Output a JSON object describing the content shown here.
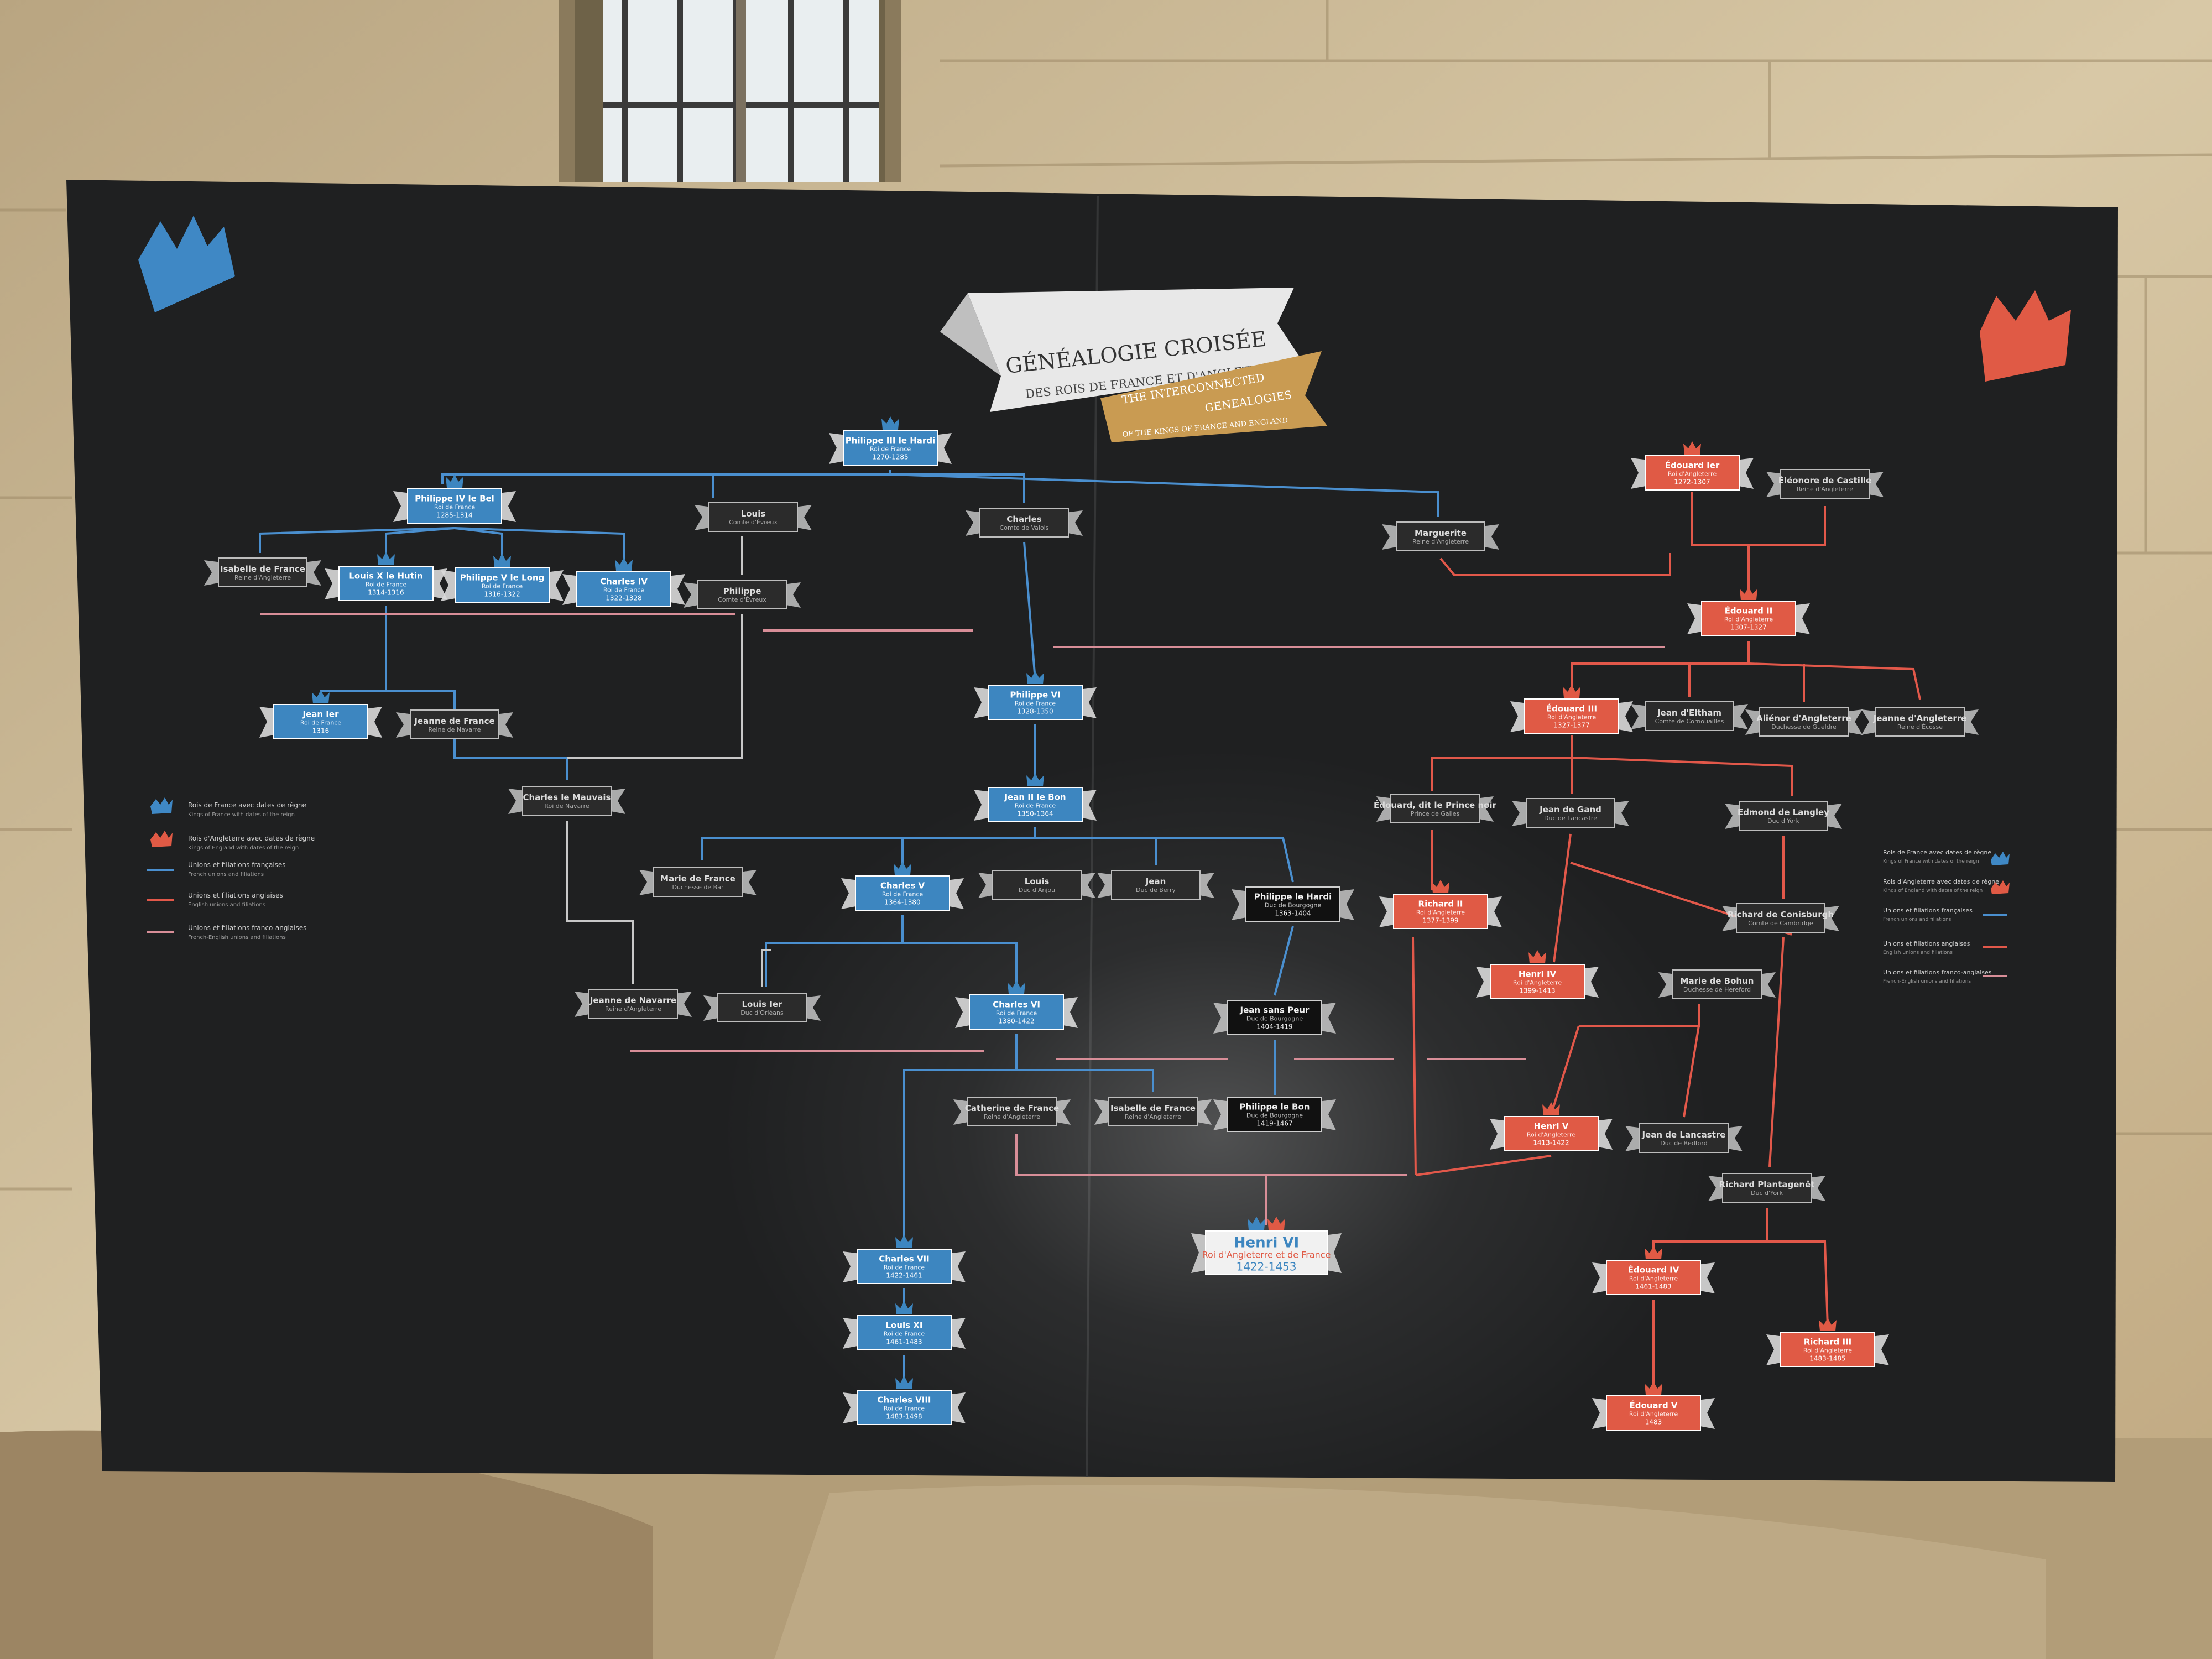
{
  "title": {
    "line1": "GÉNÉALOGIE CROISÉE",
    "line2": "DES ROIS DE FRANCE ET D'ANGLETERRE",
    "en1": "THE INTERCONNECTED",
    "en2": "GENEALOGIES",
    "en3": "OF THE KINGS OF FRANCE AND ENGLAND"
  },
  "colors": {
    "france": "#3d86c0",
    "england": "#e05a45",
    "burgundy": "#111111",
    "other": "#2b2b2b",
    "board": "#222323",
    "wall": "#c9b48f",
    "line_fr": "#4a8fcf",
    "line_en": "#e2584a",
    "line_cross": "#d88e98",
    "line_neutral": "#c8c8c8"
  },
  "legend_left": {
    "fr_kings": "Rois de France avec dates de règne",
    "fr_kings_en": "Kings of France with dates of the reign",
    "en_kings": "Rois d'Angleterre avec dates de règne",
    "en_kings_en": "Kings of England with dates of the reign",
    "fr_unions": "Unions et filiations françaises",
    "fr_unions_en": "French unions and filiations",
    "en_unions": "Unions et filiations anglaises",
    "en_unions_en": "English unions and filiations",
    "cross_unions": "Unions et filiations franco-anglaises",
    "cross_unions_en": "French-English unions and filiations"
  },
  "legend_right": {
    "fr_kings": "Rois de France avec dates de règne",
    "fr_kings_en": "Kings of France with dates of the reign",
    "en_kings": "Rois d'Angleterre avec dates de règne",
    "en_kings_en": "Kings of England with dates of the reign",
    "fr_unions": "Unions et filiations françaises",
    "fr_unions_en": "French unions and filiations",
    "en_unions": "Unions et filiations anglaises",
    "en_unions_en": "English unions and filiations",
    "cross_unions": "Unions et filiations franco-anglaises",
    "cross_unions_en": "French-English unions and filiations"
  },
  "people": {
    "philippe3": {
      "name": "Philippe III le Hardi",
      "sub": "Roi de France",
      "dates": "1270-1285",
      "kind": "fr_king"
    },
    "philippe4": {
      "name": "Philippe IV le Bel",
      "sub": "Roi de France",
      "dates": "1285-1314",
      "kind": "fr_king"
    },
    "louis_evreux": {
      "name": "Louis",
      "sub": "Comte d'Évreux",
      "dates": "",
      "kind": "other"
    },
    "charles_valois": {
      "name": "Charles",
      "sub": "Comte de Valois",
      "dates": "",
      "kind": "other"
    },
    "marguerite": {
      "name": "Marguerite",
      "sub": "Reine d'Angleterre",
      "dates": "",
      "kind": "other"
    },
    "isabelle": {
      "name": "Isabelle de France",
      "sub": "Reine d'Angleterre",
      "dates": "",
      "kind": "other"
    },
    "louis10": {
      "name": "Louis X le Hutin",
      "sub": "Roi de France",
      "dates": "1314-1316",
      "kind": "fr_king"
    },
    "philippe5": {
      "name": "Philippe V le Long",
      "sub": "Roi de France",
      "dates": "1316-1322",
      "kind": "fr_king"
    },
    "charles4": {
      "name": "Charles IV",
      "sub": "Roi de France",
      "dates": "1322-1328",
      "kind": "fr_king"
    },
    "philippe_evreux": {
      "name": "Philippe",
      "sub": "Comte d'Évreux",
      "dates": "",
      "kind": "other"
    },
    "jean1": {
      "name": "Jean Ier",
      "sub": "Roi de France",
      "dates": "1316",
      "kind": "fr_king"
    },
    "jeanne_fr": {
      "name": "Jeanne de France",
      "sub": "Reine de Navarre",
      "dates": "",
      "kind": "other"
    },
    "philippe6": {
      "name": "Philippe VI",
      "sub": "Roi de France",
      "dates": "1328-1350",
      "kind": "fr_king"
    },
    "charles_mauvais": {
      "name": "Charles le Mauvais",
      "sub": "Roi de Navarre",
      "dates": "",
      "kind": "other"
    },
    "jean2": {
      "name": "Jean II le Bon",
      "sub": "Roi de France",
      "dates": "1350-1364",
      "kind": "fr_king"
    },
    "marie_fr": {
      "name": "Marie de France",
      "sub": "Duchesse de Bar",
      "dates": "",
      "kind": "other"
    },
    "charles5": {
      "name": "Charles V",
      "sub": "Roi de France",
      "dates": "1364-1380",
      "kind": "fr_king"
    },
    "louis_anjou": {
      "name": "Louis",
      "sub": "Duc d'Anjou",
      "dates": "",
      "kind": "other"
    },
    "jean_berry": {
      "name": "Jean",
      "sub": "Duc de Berry",
      "dates": "",
      "kind": "other"
    },
    "philippe_hardi": {
      "name": "Philippe le Hardi",
      "sub": "Duc de Bourgogne",
      "dates": "1363-1404",
      "kind": "burgundy"
    },
    "jeanne_navarre": {
      "name": "Jeanne de Navarre",
      "sub": "Reine d'Angleterre",
      "dates": "",
      "kind": "other"
    },
    "louis_orleans": {
      "name": "Louis Ier",
      "sub": "Duc d'Orléans",
      "dates": "",
      "kind": "other"
    },
    "charles6": {
      "name": "Charles VI",
      "sub": "Roi de France",
      "dates": "1380-1422",
      "kind": "fr_king"
    },
    "jean_sans_peur": {
      "name": "Jean sans Peur",
      "sub": "Duc de Bourgogne",
      "dates": "1404-1419",
      "kind": "burgundy"
    },
    "catherine": {
      "name": "Catherine de France",
      "sub": "Reine d'Angleterre",
      "dates": "",
      "kind": "other"
    },
    "isabelle_valois": {
      "name": "Isabelle de France",
      "sub": "Reine d'Angleterre",
      "dates": "",
      "kind": "other"
    },
    "philippe_bon": {
      "name": "Philippe le Bon",
      "sub": "Duc de Bourgogne",
      "dates": "1419-1467",
      "kind": "burgundy"
    },
    "charles7": {
      "name": "Charles VII",
      "sub": "Roi de France",
      "dates": "1422-1461",
      "kind": "fr_king"
    },
    "louis11": {
      "name": "Louis XI",
      "sub": "Roi de France",
      "dates": "1461-1483",
      "kind": "fr_king"
    },
    "charles8": {
      "name": "Charles VIII",
      "sub": "Roi de France",
      "dates": "1483-1498",
      "kind": "fr_king"
    },
    "henri6": {
      "name": "Henri VI",
      "sub": "Roi d'Angleterre et de France",
      "dates": "1422-1453",
      "kind": "both"
    },
    "edouard1": {
      "name": "Édouard Ier",
      "sub": "Roi d'Angleterre",
      "dates": "1272-1307",
      "kind": "en_king"
    },
    "eleonore": {
      "name": "Éléonore de Castille",
      "sub": "Reine d'Angleterre",
      "dates": "",
      "kind": "other"
    },
    "edouard2": {
      "name": "Édouard II",
      "sub": "Roi d'Angleterre",
      "dates": "1307-1327",
      "kind": "en_king"
    },
    "edouard3": {
      "name": "Édouard III",
      "sub": "Roi d'Angleterre",
      "dates": "1327-1377",
      "kind": "en_king"
    },
    "jean_eltham": {
      "name": "Jean d'Eltham",
      "sub": "Comte de Cornouailles",
      "dates": "",
      "kind": "other"
    },
    "alienor": {
      "name": "Aliénor d'Angleterre",
      "sub": "Duchesse de Gueldre",
      "dates": "",
      "kind": "other"
    },
    "jeanne_ang": {
      "name": "Jeanne d'Angleterre",
      "sub": "Reine d'Écosse",
      "dates": "",
      "kind": "other"
    },
    "prince_noir": {
      "name": "Édouard, dit le Prince noir",
      "sub": "Prince de Galles",
      "dates": "",
      "kind": "other"
    },
    "jean_gand": {
      "name": "Jean de Gand",
      "sub": "Duc de Lancastre",
      "dates": "",
      "kind": "other"
    },
    "edmond_langley": {
      "name": "Edmond de Langley",
      "sub": "Duc d'York",
      "dates": "",
      "kind": "other"
    },
    "richard2": {
      "name": "Richard II",
      "sub": "Roi d'Angleterre",
      "dates": "1377-1399",
      "kind": "en_king"
    },
    "richard_conisburgh": {
      "name": "Richard de Conisburgh",
      "sub": "Comte de Cambridge",
      "dates": "",
      "kind": "other"
    },
    "henri4": {
      "name": "Henri IV",
      "sub": "Roi d'Angleterre",
      "dates": "1399-1413",
      "kind": "en_king"
    },
    "marie_bohun": {
      "name": "Marie de Bohun",
      "sub": "Duchesse de Hereford",
      "dates": "",
      "kind": "other"
    },
    "henri5": {
      "name": "Henri V",
      "sub": "Roi d'Angleterre",
      "dates": "1413-1422",
      "kind": "en_king"
    },
    "jean_lancastre": {
      "name": "Jean de Lancastre",
      "sub": "Duc de Bedford",
      "dates": "",
      "kind": "other"
    },
    "richard_plantagenet": {
      "name": "Richard Plantagenêt",
      "sub": "Duc d'York",
      "dates": "",
      "kind": "other"
    },
    "edouard4": {
      "name": "Édouard IV",
      "sub": "Roi d'Angleterre",
      "dates": "1461-1483",
      "kind": "en_king"
    },
    "richard3": {
      "name": "Richard III",
      "sub": "Roi d'Angleterre",
      "dates": "1483-1485",
      "kind": "en_king"
    },
    "edouard5": {
      "name": "Édouard V",
      "sub": "Roi d'Angleterre",
      "dates": "1483",
      "kind": "en_king"
    }
  }
}
